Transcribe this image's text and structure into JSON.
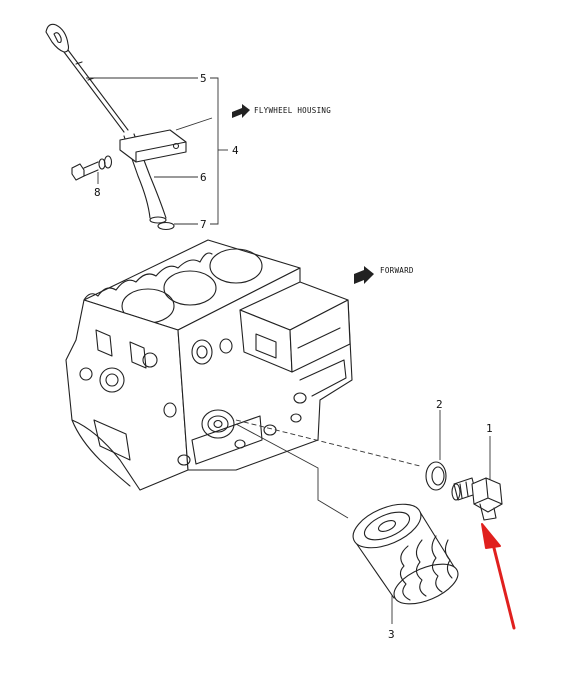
{
  "callouts": {
    "c1": "1",
    "c2": "2",
    "c3": "3",
    "c4": "4",
    "c5": "5",
    "c6": "6",
    "c7": "7",
    "c8": "8"
  },
  "notes": {
    "flywheel": "FLYWHEEL HOUSING",
    "forward": "FORWARD"
  },
  "colors": {
    "line": "#222222",
    "arrow": "#e0201e",
    "background": "#ffffff"
  }
}
